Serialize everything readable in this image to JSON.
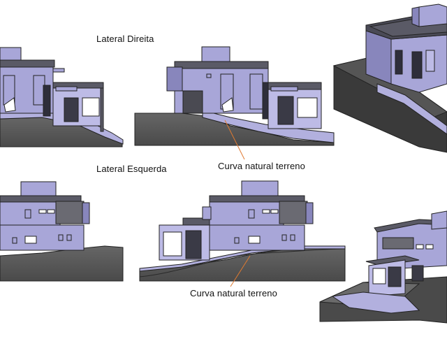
{
  "labels": {
    "lateral_direita": "Lateral Direita",
    "lateral_esquerda": "Lateral Esquerda",
    "curva_1": "Curva natural terreno",
    "curva_2": "Curva natural terreno"
  },
  "colors": {
    "wall": "#a8a6d8",
    "wall_light": "#bdbbe6",
    "wall_dark": "#8886bc",
    "roof": "#5a5a66",
    "roof_dark": "#3c3c44",
    "ground": "#5e5e5e",
    "ground_dark": "#444444",
    "window_dark": "#2e2e3a",
    "line": "#222222",
    "leader": "#e07a30"
  }
}
